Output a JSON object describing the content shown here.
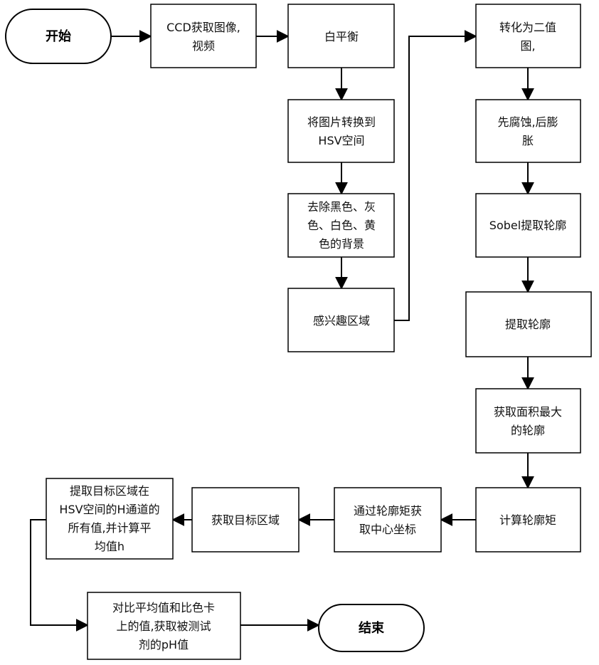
{
  "nodes": {
    "start": [
      "开始"
    ],
    "capture": [
      "CCD获取图像,",
      "视频"
    ],
    "white_balance": [
      "白平衡"
    ],
    "to_hsv": [
      "将图片转换到",
      "HSV空间"
    ],
    "remove_bg": [
      "去除黑色、灰",
      "色、白色、黄",
      "色的背景"
    ],
    "roi": [
      "感兴趣区域"
    ],
    "binarize": [
      "转化为二值",
      "图,"
    ],
    "morph": [
      "先腐蚀,后膨",
      "胀"
    ],
    "sobel": [
      "Sobel提取轮廓"
    ],
    "extract_contour": [
      "提取轮廓"
    ],
    "max_contour": [
      "获取面积最大",
      "的轮廓"
    ],
    "moments": [
      "计算轮廓矩"
    ],
    "center": [
      "通过轮廓矩获",
      "取中心坐标"
    ],
    "target_region": [
      "获取目标区域"
    ],
    "h_values": [
      "提取目标区域在",
      "HSV空间的H通道的",
      "所有值,并计算平",
      "均值h"
    ],
    "compare": [
      "对比平均值和比色卡",
      "上的值,获取被测试",
      "剂的pH值"
    ],
    "end": [
      "结束"
    ]
  }
}
